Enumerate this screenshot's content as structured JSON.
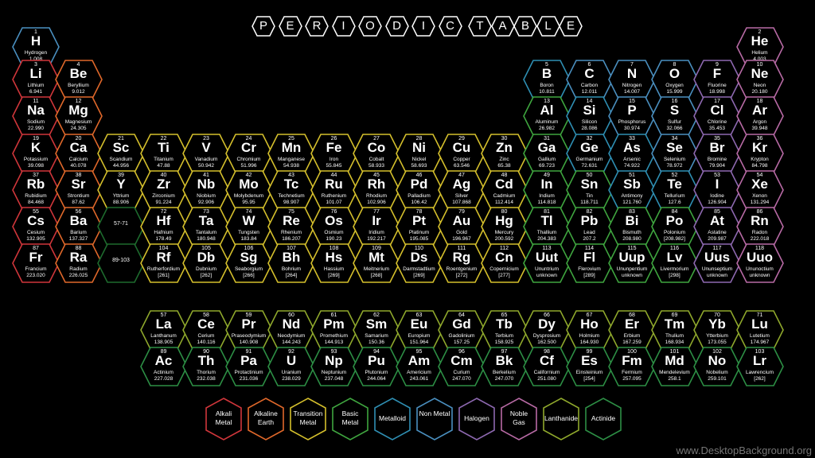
{
  "title": {
    "word1": [
      "P",
      "E",
      "R",
      "I",
      "O",
      "D",
      "I",
      "C"
    ],
    "word2": [
      "T",
      "A",
      "B",
      "L",
      "E"
    ]
  },
  "colors": {
    "alkali": "#d0363b",
    "alkaline": "#e0682a",
    "transition": "#d4bf2c",
    "basic": "#3fa53f",
    "metalloid": "#2f8fb3",
    "nonmetal": "#4a8fbf",
    "halogen": "#8d68b0",
    "noble": "#b86aa5",
    "lanthanide": "#8fa82c",
    "actinide": "#2d8f45",
    "hydrogen": "#4a8fbf",
    "empty": "#1e6b2e"
  },
  "elements": [
    {
      "n": "1",
      "s": "H",
      "name": "Hydrogen",
      "m": "1.008",
      "c": "hydrogen",
      "r": 0,
      "col": 0
    },
    {
      "n": "2",
      "s": "He",
      "name": "Helium",
      "m": "4.003",
      "c": "noble",
      "r": 0,
      "col": 17
    },
    {
      "n": "3",
      "s": "Li",
      "name": "Lithium",
      "m": "6.941",
      "c": "alkali",
      "r": 1,
      "col": 0
    },
    {
      "n": "4",
      "s": "Be",
      "name": "Beryllium",
      "m": "9.012",
      "c": "alkaline",
      "r": 1,
      "col": 1
    },
    {
      "n": "5",
      "s": "B",
      "name": "Boron",
      "m": "10.811",
      "c": "metalloid",
      "r": 1,
      "col": 12
    },
    {
      "n": "6",
      "s": "C",
      "name": "Carbon",
      "m": "12.011",
      "c": "nonmetal",
      "r": 1,
      "col": 13
    },
    {
      "n": "7",
      "s": "N",
      "name": "Nitrogen",
      "m": "14.007",
      "c": "nonmetal",
      "r": 1,
      "col": 14
    },
    {
      "n": "8",
      "s": "O",
      "name": "Oxygen",
      "m": "15.999",
      "c": "nonmetal",
      "r": 1,
      "col": 15
    },
    {
      "n": "9",
      "s": "F",
      "name": "Fluorine",
      "m": "18.998",
      "c": "halogen",
      "r": 1,
      "col": 16
    },
    {
      "n": "10",
      "s": "Ne",
      "name": "Neon",
      "m": "20.180",
      "c": "noble",
      "r": 1,
      "col": 17
    },
    {
      "n": "11",
      "s": "Na",
      "name": "Sodium",
      "m": "22.990",
      "c": "alkali",
      "r": 2,
      "col": 0
    },
    {
      "n": "12",
      "s": "Mg",
      "name": "Magnesium",
      "m": "24.305",
      "c": "alkaline",
      "r": 2,
      "col": 1
    },
    {
      "n": "13",
      "s": "Al",
      "name": "Aluminum",
      "m": "26.982",
      "c": "basic",
      "r": 2,
      "col": 12
    },
    {
      "n": "14",
      "s": "Si",
      "name": "Silicon",
      "m": "28.086",
      "c": "metalloid",
      "r": 2,
      "col": 13
    },
    {
      "n": "15",
      "s": "P",
      "name": "Phosphorus",
      "m": "30.974",
      "c": "nonmetal",
      "r": 2,
      "col": 14
    },
    {
      "n": "16",
      "s": "S",
      "name": "Sulfur",
      "m": "32.066",
      "c": "nonmetal",
      "r": 2,
      "col": 15
    },
    {
      "n": "17",
      "s": "Cl",
      "name": "Chlorine",
      "m": "35.453",
      "c": "halogen",
      "r": 2,
      "col": 16
    },
    {
      "n": "18",
      "s": "Ar",
      "name": "Argon",
      "m": "39.948",
      "c": "noble",
      "r": 2,
      "col": 17
    },
    {
      "n": "19",
      "s": "K",
      "name": "Potassium",
      "m": "39.098",
      "c": "alkali",
      "r": 3,
      "col": 0
    },
    {
      "n": "20",
      "s": "Ca",
      "name": "Calcium",
      "m": "40.078",
      "c": "alkaline",
      "r": 3,
      "col": 1
    },
    {
      "n": "21",
      "s": "Sc",
      "name": "Scandium",
      "m": "44.956",
      "c": "transition",
      "r": 3,
      "col": 2
    },
    {
      "n": "22",
      "s": "Ti",
      "name": "Titanium",
      "m": "47.88",
      "c": "transition",
      "r": 3,
      "col": 3
    },
    {
      "n": "23",
      "s": "V",
      "name": "Vanadium",
      "m": "50.942",
      "c": "transition",
      "r": 3,
      "col": 4
    },
    {
      "n": "24",
      "s": "Cr",
      "name": "Chromium",
      "m": "51.996",
      "c": "transition",
      "r": 3,
      "col": 5
    },
    {
      "n": "25",
      "s": "Mn",
      "name": "Manganese",
      "m": "54.938",
      "c": "transition",
      "r": 3,
      "col": 6
    },
    {
      "n": "26",
      "s": "Fe",
      "name": "Iron",
      "m": "55.845",
      "c": "transition",
      "r": 3,
      "col": 7
    },
    {
      "n": "27",
      "s": "Co",
      "name": "Cobalt",
      "m": "58.933",
      "c": "transition",
      "r": 3,
      "col": 8
    },
    {
      "n": "28",
      "s": "Ni",
      "name": "Nickel",
      "m": "58.693",
      "c": "transition",
      "r": 3,
      "col": 9
    },
    {
      "n": "29",
      "s": "Cu",
      "name": "Copper",
      "m": "63.546",
      "c": "transition",
      "r": 3,
      "col": 10
    },
    {
      "n": "30",
      "s": "Zn",
      "name": "Zinc",
      "m": "65.38",
      "c": "transition",
      "r": 3,
      "col": 11
    },
    {
      "n": "31",
      "s": "Ga",
      "name": "Gallium",
      "m": "69.723",
      "c": "basic",
      "r": 3,
      "col": 12
    },
    {
      "n": "32",
      "s": "Ge",
      "name": "Germanium",
      "m": "72.631",
      "c": "metalloid",
      "r": 3,
      "col": 13
    },
    {
      "n": "33",
      "s": "As",
      "name": "Arsenic",
      "m": "74.922",
      "c": "metalloid",
      "r": 3,
      "col": 14
    },
    {
      "n": "34",
      "s": "Se",
      "name": "Selenium",
      "m": "78.972",
      "c": "nonmetal",
      "r": 3,
      "col": 15
    },
    {
      "n": "35",
      "s": "Br",
      "name": "Bromine",
      "m": "79.904",
      "c": "halogen",
      "r": 3,
      "col": 16
    },
    {
      "n": "36",
      "s": "Kr",
      "name": "Krypton",
      "m": "84.798",
      "c": "noble",
      "r": 3,
      "col": 17
    },
    {
      "n": "37",
      "s": "Rb",
      "name": "Rubidium",
      "m": "84.468",
      "c": "alkali",
      "r": 4,
      "col": 0
    },
    {
      "n": "38",
      "s": "Sr",
      "name": "Strontium",
      "m": "87.62",
      "c": "alkaline",
      "r": 4,
      "col": 1
    },
    {
      "n": "39",
      "s": "Y",
      "name": "Yttrium",
      "m": "88.906",
      "c": "transition",
      "r": 4,
      "col": 2
    },
    {
      "n": "40",
      "s": "Zr",
      "name": "Zirconium",
      "m": "91.224",
      "c": "transition",
      "r": 4,
      "col": 3
    },
    {
      "n": "41",
      "s": "Nb",
      "name": "Niobium",
      "m": "92.906",
      "c": "transition",
      "r": 4,
      "col": 4
    },
    {
      "n": "42",
      "s": "Mo",
      "name": "Molybdenum",
      "m": "95.95",
      "c": "transition",
      "r": 4,
      "col": 5
    },
    {
      "n": "43",
      "s": "Tc",
      "name": "Technetium",
      "m": "98.907",
      "c": "transition",
      "r": 4,
      "col": 6
    },
    {
      "n": "44",
      "s": "Ru",
      "name": "Ruthenium",
      "m": "101.07",
      "c": "transition",
      "r": 4,
      "col": 7
    },
    {
      "n": "45",
      "s": "Rh",
      "name": "Rhodium",
      "m": "102.906",
      "c": "transition",
      "r": 4,
      "col": 8
    },
    {
      "n": "46",
      "s": "Pd",
      "name": "Palladium",
      "m": "106.42",
      "c": "transition",
      "r": 4,
      "col": 9
    },
    {
      "n": "47",
      "s": "Ag",
      "name": "Silver",
      "m": "107.868",
      "c": "transition",
      "r": 4,
      "col": 10
    },
    {
      "n": "48",
      "s": "Cd",
      "name": "Cadmium",
      "m": "112.414",
      "c": "transition",
      "r": 4,
      "col": 11
    },
    {
      "n": "49",
      "s": "In",
      "name": "Indium",
      "m": "114.818",
      "c": "basic",
      "r": 4,
      "col": 12
    },
    {
      "n": "50",
      "s": "Sn",
      "name": "Tin",
      "m": "118.711",
      "c": "basic",
      "r": 4,
      "col": 13
    },
    {
      "n": "51",
      "s": "Sb",
      "name": "Antimony",
      "m": "121.760",
      "c": "metalloid",
      "r": 4,
      "col": 14
    },
    {
      "n": "52",
      "s": "Te",
      "name": "Tellurium",
      "m": "127.6",
      "c": "metalloid",
      "r": 4,
      "col": 15
    },
    {
      "n": "53",
      "s": "I",
      "name": "Iodine",
      "m": "126.904",
      "c": "halogen",
      "r": 4,
      "col": 16
    },
    {
      "n": "54",
      "s": "Xe",
      "name": "Xenon",
      "m": "131.294",
      "c": "noble",
      "r": 4,
      "col": 17
    },
    {
      "n": "55",
      "s": "Cs",
      "name": "Cesium",
      "m": "132.905",
      "c": "alkali",
      "r": 5,
      "col": 0
    },
    {
      "n": "56",
      "s": "Ba",
      "name": "Barium",
      "m": "137.327",
      "c": "alkaline",
      "r": 5,
      "col": 1
    },
    {
      "n": "",
      "s": "",
      "name": "",
      "m": "",
      "c": "empty",
      "r": 5,
      "col": 2,
      "ph": "57-71"
    },
    {
      "n": "72",
      "s": "Hf",
      "name": "Hafnium",
      "m": "178.49",
      "c": "transition",
      "r": 5,
      "col": 3
    },
    {
      "n": "73",
      "s": "Ta",
      "name": "Tantalum",
      "m": "180.948",
      "c": "transition",
      "r": 5,
      "col": 4
    },
    {
      "n": "74",
      "s": "W",
      "name": "Tungsten",
      "m": "183.84",
      "c": "transition",
      "r": 5,
      "col": 5
    },
    {
      "n": "75",
      "s": "Re",
      "name": "Rhenium",
      "m": "186.207",
      "c": "transition",
      "r": 5,
      "col": 6
    },
    {
      "n": "76",
      "s": "Os",
      "name": "Osmium",
      "m": "190.23",
      "c": "transition",
      "r": 5,
      "col": 7
    },
    {
      "n": "77",
      "s": "Ir",
      "name": "Iridium",
      "m": "192.217",
      "c": "transition",
      "r": 5,
      "col": 8
    },
    {
      "n": "78",
      "s": "Pt",
      "name": "Platinum",
      "m": "195.085",
      "c": "transition",
      "r": 5,
      "col": 9
    },
    {
      "n": "79",
      "s": "Au",
      "name": "Gold",
      "m": "196.967",
      "c": "transition",
      "r": 5,
      "col": 10
    },
    {
      "n": "80",
      "s": "Hg",
      "name": "Mercury",
      "m": "200.592",
      "c": "transition",
      "r": 5,
      "col": 11
    },
    {
      "n": "81",
      "s": "Tl",
      "name": "Thallium",
      "m": "204.383",
      "c": "basic",
      "r": 5,
      "col": 12
    },
    {
      "n": "82",
      "s": "Pb",
      "name": "Lead",
      "m": "207.2",
      "c": "basic",
      "r": 5,
      "col": 13
    },
    {
      "n": "83",
      "s": "Bi",
      "name": "Bismuth",
      "m": "208.980",
      "c": "basic",
      "r": 5,
      "col": 14
    },
    {
      "n": "84",
      "s": "Po",
      "name": "Polonium",
      "m": "[208.982]",
      "c": "basic",
      "r": 5,
      "col": 15
    },
    {
      "n": "85",
      "s": "At",
      "name": "Astatine",
      "m": "209.987",
      "c": "halogen",
      "r": 5,
      "col": 16
    },
    {
      "n": "86",
      "s": "Rn",
      "name": "Radon",
      "m": "222.018",
      "c": "noble",
      "r": 5,
      "col": 17
    },
    {
      "n": "87",
      "s": "Fr",
      "name": "Francium",
      "m": "223.020",
      "c": "alkali",
      "r": 6,
      "col": 0
    },
    {
      "n": "88",
      "s": "Ra",
      "name": "Radium",
      "m": "226.025",
      "c": "alkaline",
      "r": 6,
      "col": 1
    },
    {
      "n": "",
      "s": "",
      "name": "",
      "m": "",
      "c": "empty",
      "r": 6,
      "col": 2,
      "ph": "89-103"
    },
    {
      "n": "104",
      "s": "Rf",
      "name": "Rutherfordium",
      "m": "[261]",
      "c": "transition",
      "r": 6,
      "col": 3
    },
    {
      "n": "105",
      "s": "Db",
      "name": "Dubnium",
      "m": "[262]",
      "c": "transition",
      "r": 6,
      "col": 4
    },
    {
      "n": "106",
      "s": "Sg",
      "name": "Seaborgium",
      "m": "[266]",
      "c": "transition",
      "r": 6,
      "col": 5
    },
    {
      "n": "107",
      "s": "Bh",
      "name": "Bohrium",
      "m": "[264]",
      "c": "transition",
      "r": 6,
      "col": 6
    },
    {
      "n": "108",
      "s": "Hs",
      "name": "Hassium",
      "m": "[269]",
      "c": "transition",
      "r": 6,
      "col": 7
    },
    {
      "n": "109",
      "s": "Mt",
      "name": "Meitnerium",
      "m": "[268]",
      "c": "transition",
      "r": 6,
      "col": 8
    },
    {
      "n": "110",
      "s": "Ds",
      "name": "Darmstadtium",
      "m": "[269]",
      "c": "transition",
      "r": 6,
      "col": 9
    },
    {
      "n": "111",
      "s": "Rg",
      "name": "Roentgenium",
      "m": "[272]",
      "c": "transition",
      "r": 6,
      "col": 10
    },
    {
      "n": "112",
      "s": "Cn",
      "name": "Copernicium",
      "m": "[277]",
      "c": "transition",
      "r": 6,
      "col": 11
    },
    {
      "n": "113",
      "s": "Uut",
      "name": "Ununtrium",
      "m": "unknown",
      "c": "basic",
      "r": 6,
      "col": 12
    },
    {
      "n": "114",
      "s": "Fl",
      "name": "Flerovium",
      "m": "[289]",
      "c": "basic",
      "r": 6,
      "col": 13
    },
    {
      "n": "115",
      "s": "Uup",
      "name": "Ununpentium",
      "m": "unknown",
      "c": "basic",
      "r": 6,
      "col": 14
    },
    {
      "n": "116",
      "s": "Lv",
      "name": "Livermorium",
      "m": "[298]",
      "c": "basic",
      "r": 6,
      "col": 15
    },
    {
      "n": "117",
      "s": "Uus",
      "name": "Ununseptium",
      "m": "unknown",
      "c": "halogen",
      "r": 6,
      "col": 16
    },
    {
      "n": "118",
      "s": "Uuo",
      "name": "Ununoctium",
      "m": "unknown",
      "c": "noble",
      "r": 6,
      "col": 17
    },
    {
      "n": "57",
      "s": "La",
      "name": "Lanthanum",
      "m": "138.905",
      "c": "lanthanide",
      "r": 7,
      "col": 3
    },
    {
      "n": "58",
      "s": "Ce",
      "name": "Cerium",
      "m": "140.116",
      "c": "lanthanide",
      "r": 7,
      "col": 4
    },
    {
      "n": "59",
      "s": "Pr",
      "name": "Praseodymium",
      "m": "140.908",
      "c": "lanthanide",
      "r": 7,
      "col": 5
    },
    {
      "n": "60",
      "s": "Nd",
      "name": "Neodymium",
      "m": "144.243",
      "c": "lanthanide",
      "r": 7,
      "col": 6
    },
    {
      "n": "61",
      "s": "Pm",
      "name": "Promethium",
      "m": "144.913",
      "c": "lanthanide",
      "r": 7,
      "col": 7
    },
    {
      "n": "62",
      "s": "Sm",
      "name": "Samarium",
      "m": "150.36",
      "c": "lanthanide",
      "r": 7,
      "col": 8
    },
    {
      "n": "63",
      "s": "Eu",
      "name": "Europium",
      "m": "151.964",
      "c": "lanthanide",
      "r": 7,
      "col": 9
    },
    {
      "n": "64",
      "s": "Gd",
      "name": "Gadolinium",
      "m": "157.25",
      "c": "lanthanide",
      "r": 7,
      "col": 10
    },
    {
      "n": "65",
      "s": "Tb",
      "name": "Terbium",
      "m": "158.925",
      "c": "lanthanide",
      "r": 7,
      "col": 11
    },
    {
      "n": "66",
      "s": "Dy",
      "name": "Dysprosium",
      "m": "162.500",
      "c": "lanthanide",
      "r": 7,
      "col": 12
    },
    {
      "n": "67",
      "s": "Ho",
      "name": "Holmium",
      "m": "164.930",
      "c": "lanthanide",
      "r": 7,
      "col": 13
    },
    {
      "n": "68",
      "s": "Er",
      "name": "Erbium",
      "m": "167.259",
      "c": "lanthanide",
      "r": 7,
      "col": 14
    },
    {
      "n": "69",
      "s": "Tm",
      "name": "Thulium",
      "m": "168.934",
      "c": "lanthanide",
      "r": 7,
      "col": 15
    },
    {
      "n": "70",
      "s": "Yb",
      "name": "Ytterbium",
      "m": "173.055",
      "c": "lanthanide",
      "r": 7,
      "col": 16
    },
    {
      "n": "71",
      "s": "Lu",
      "name": "Lutetium",
      "m": "174.967",
      "c": "lanthanide",
      "r": 7,
      "col": 17
    },
    {
      "n": "89",
      "s": "Ac",
      "name": "Actinium",
      "m": "227.028",
      "c": "actinide",
      "r": 8,
      "col": 3
    },
    {
      "n": "90",
      "s": "Th",
      "name": "Thorium",
      "m": "232.038",
      "c": "actinide",
      "r": 8,
      "col": 4
    },
    {
      "n": "91",
      "s": "Pa",
      "name": "Protactinium",
      "m": "231.036",
      "c": "actinide",
      "r": 8,
      "col": 5
    },
    {
      "n": "92",
      "s": "U",
      "name": "Uranium",
      "m": "238.029",
      "c": "actinide",
      "r": 8,
      "col": 6
    },
    {
      "n": "93",
      "s": "Np",
      "name": "Neptunium",
      "m": "237.048",
      "c": "actinide",
      "r": 8,
      "col": 7
    },
    {
      "n": "94",
      "s": "Pu",
      "name": "Plutonium",
      "m": "244.064",
      "c": "actinide",
      "r": 8,
      "col": 8
    },
    {
      "n": "95",
      "s": "Am",
      "name": "Americium",
      "m": "243.061",
      "c": "actinide",
      "r": 8,
      "col": 9
    },
    {
      "n": "96",
      "s": "Cm",
      "name": "Curium",
      "m": "247.070",
      "c": "actinide",
      "r": 8,
      "col": 10
    },
    {
      "n": "97",
      "s": "Bk",
      "name": "Berkelium",
      "m": "247.070",
      "c": "actinide",
      "r": 8,
      "col": 11
    },
    {
      "n": "98",
      "s": "Cf",
      "name": "Californium",
      "m": "251.080",
      "c": "actinide",
      "r": 8,
      "col": 12
    },
    {
      "n": "99",
      "s": "Es",
      "name": "Einsteinium",
      "m": "[254]",
      "c": "actinide",
      "r": 8,
      "col": 13
    },
    {
      "n": "100",
      "s": "Fm",
      "name": "Fermium",
      "m": "257.095",
      "c": "actinide",
      "r": 8,
      "col": 14
    },
    {
      "n": "101",
      "s": "Md",
      "name": "Mendelevium",
      "m": "258.1",
      "c": "actinide",
      "r": 8,
      "col": 15
    },
    {
      "n": "102",
      "s": "No",
      "name": "Nobelium",
      "m": "259.101",
      "c": "actinide",
      "r": 8,
      "col": 16
    },
    {
      "n": "103",
      "s": "Lr",
      "name": "Lawrencium",
      "m": "[262]",
      "c": "actinide",
      "r": 8,
      "col": 17
    }
  ],
  "legend": [
    {
      "label": "Alkali Metal",
      "c": "alkali"
    },
    {
      "label": "Alkaline Earth",
      "c": "alkaline"
    },
    {
      "label": "Transition Metal",
      "c": "transition"
    },
    {
      "label": "Basic Metal",
      "c": "basic"
    },
    {
      "label": "Metalloid",
      "c": "metalloid"
    },
    {
      "label": "Non Metal",
      "c": "nonmetal"
    },
    {
      "label": "Halogen",
      "c": "halogen"
    },
    {
      "label": "Noble Gas",
      "c": "noble"
    },
    {
      "label": "Lanthanide",
      "c": "lanthanide"
    },
    {
      "label": "Actinide",
      "c": "actinide"
    }
  ],
  "watermark": "www.DesktopBackground.org"
}
